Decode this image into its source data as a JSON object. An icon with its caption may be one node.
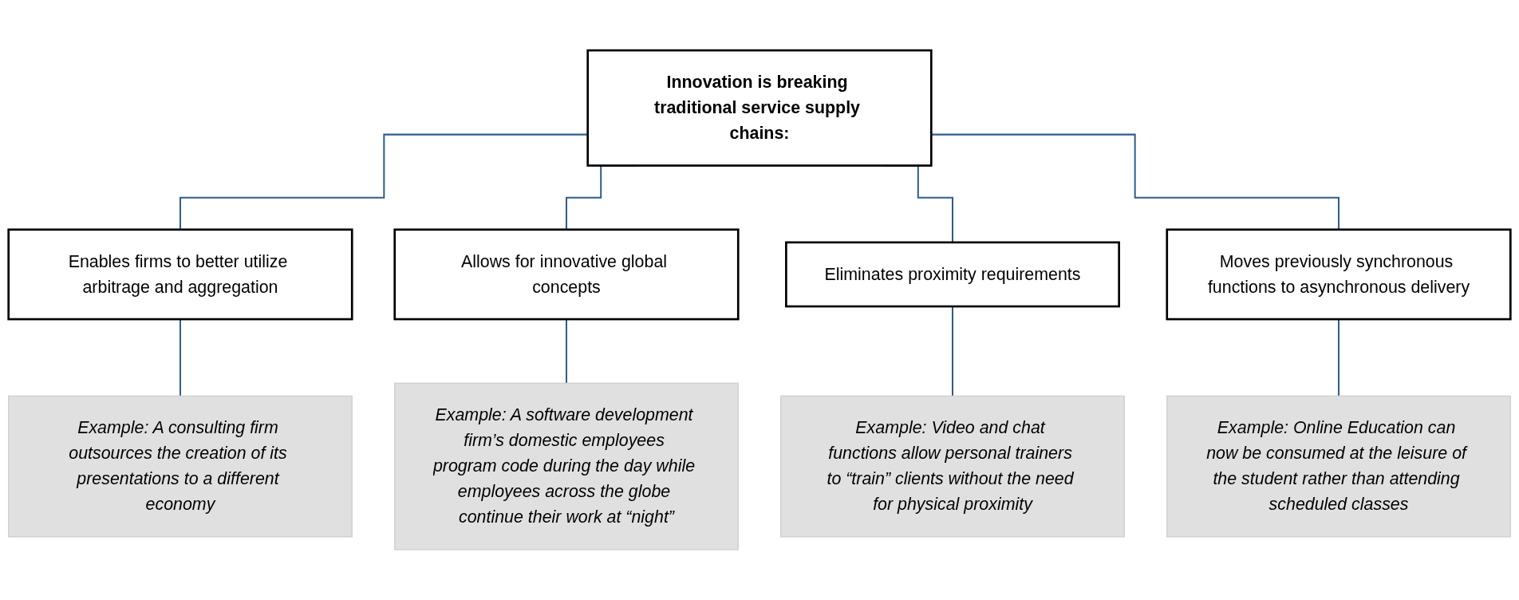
{
  "diagram": {
    "nodes": [
      {
        "text": [
          "Innovation is breaking traditional service supply chains:"
        ]
      },
      {
        "text": [
          "Enables firms to better utilize arbitrage and aggregation"
        ]
      },
      {
        "text": [
          "Allows for innovative global concepts"
        ]
      },
      {
        "text": [
          "Eliminates proximity requirements"
        ]
      },
      {
        "text": [
          "Moves previously synchronous functions to asynchronous delivery"
        ]
      },
      {
        "text": [
          "Example: A consulting firm outsources the creation of its presentations to a different economy"
        ]
      },
      {
        "text": [
          "Example: A software development firm’s domestic employees program code during the day while employees across the globe continue their work at “night”"
        ]
      },
      {
        "text": [
          "Example: Video and chat functions allow personal trainers to “train” clients without the need for physical proximity"
        ]
      },
      {
        "text": [
          "Example: Online Education can now be consumed at the leisure of the student rather than attending scheduled classes"
        ]
      }
    ],
    "edges": [
      {
        "from": 0,
        "to": 1,
        "arrow": "none"
      },
      {
        "from": 0,
        "to": 2,
        "arrow": "none"
      },
      {
        "from": 0,
        "to": 3,
        "arrow": "none"
      },
      {
        "from": 0,
        "to": 4,
        "arrow": "none"
      },
      {
        "from": 1,
        "to": 5,
        "arrow": "none"
      },
      {
        "from": 2,
        "to": 6,
        "arrow": "none"
      },
      {
        "from": 3,
        "to": 7,
        "arrow": "none"
      },
      {
        "from": 4,
        "to": 8,
        "arrow": "none"
      }
    ]
  }
}
